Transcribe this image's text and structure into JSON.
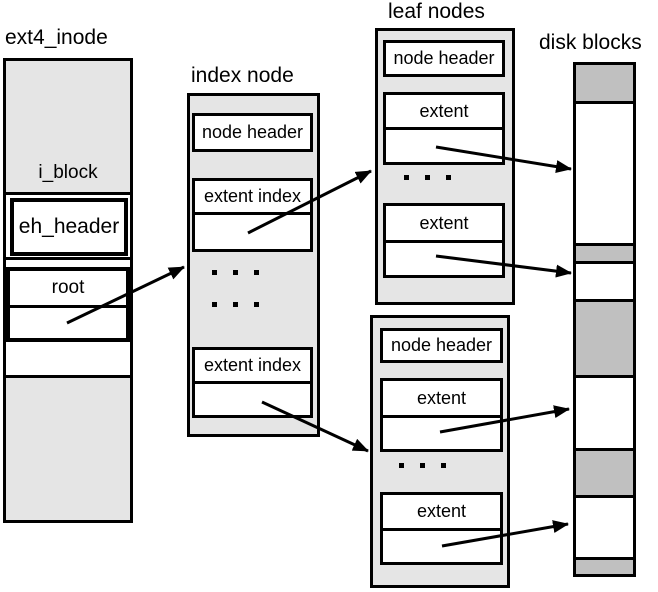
{
  "colors": {
    "node_bg": "#e5e5e5",
    "block_gray": "#c0c0c0",
    "line": "#000000"
  },
  "labels": {
    "ext4_inode": "ext4_inode",
    "index_node": "index node",
    "leaf_nodes": "leaf nodes",
    "disk_blocks": "disk blocks"
  },
  "inode": {
    "i_block": "i_block",
    "eh_header": "eh_header",
    "root": "root"
  },
  "index_node": {
    "node_header": "node header",
    "entries": [
      "extent index",
      "extent index"
    ]
  },
  "leaf_nodes": [
    {
      "node_header": "node header",
      "entries": [
        "extent",
        "extent"
      ]
    },
    {
      "node_header": "node header",
      "entries": [
        "extent",
        "extent"
      ]
    }
  ],
  "disk": {
    "segments": [
      {
        "shade": "gray",
        "h": 39
      },
      {
        "shade": "white",
        "h": 142
      },
      {
        "shade": "gray",
        "h": 18
      },
      {
        "shade": "white",
        "h": 38
      },
      {
        "shade": "gray",
        "h": 76
      },
      {
        "shade": "white",
        "h": 73
      },
      {
        "shade": "gray",
        "h": 47
      },
      {
        "shade": "white",
        "h": 62
      },
      {
        "shade": "gray",
        "h": 17
      }
    ]
  }
}
